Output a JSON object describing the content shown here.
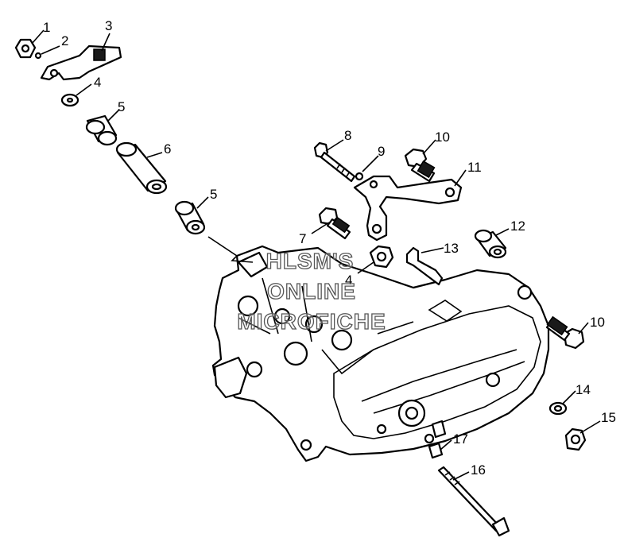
{
  "callouts": [
    {
      "id": "c1",
      "label": "1"
    },
    {
      "id": "c2",
      "label": "2"
    },
    {
      "id": "c3",
      "label": "3"
    },
    {
      "id": "c4a",
      "label": "4"
    },
    {
      "id": "c5a",
      "label": "5"
    },
    {
      "id": "c6",
      "label": "6"
    },
    {
      "id": "c5b",
      "label": "5"
    },
    {
      "id": "c8",
      "label": "8"
    },
    {
      "id": "c9",
      "label": "9"
    },
    {
      "id": "c10a",
      "label": "10"
    },
    {
      "id": "c11",
      "label": "11"
    },
    {
      "id": "c7",
      "label": "7"
    },
    {
      "id": "c12",
      "label": "12"
    },
    {
      "id": "c13",
      "label": "13"
    },
    {
      "id": "c4b",
      "label": "4"
    },
    {
      "id": "c10b",
      "label": "10"
    },
    {
      "id": "c14",
      "label": "14"
    },
    {
      "id": "c15",
      "label": "15"
    },
    {
      "id": "c17",
      "label": "17"
    },
    {
      "id": "c16",
      "label": "16"
    }
  ],
  "watermark": {
    "line1": "HLSM'S",
    "line2": "ONLINE",
    "line3": "MICROFICHE"
  }
}
